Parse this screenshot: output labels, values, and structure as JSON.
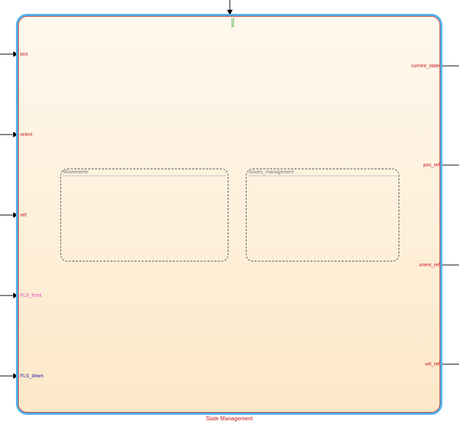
{
  "block": {
    "name": "State Management",
    "trigger": "time",
    "inputs": [
      {
        "label": "pos",
        "color": "#c0141a"
      },
      {
        "label": "orient",
        "color": "#c0141a"
      },
      {
        "label": "vel",
        "color": "#c0141a"
      },
      {
        "label": "FLS_front",
        "color": "#e040c8"
      },
      {
        "label": "FLS_down",
        "color": "#1a1aa8"
      }
    ],
    "outputs": [
      {
        "label": "current_state",
        "color": "#c0141a"
      },
      {
        "label": "pos_ref",
        "color": "#c0141a"
      },
      {
        "label": "orient_ref",
        "color": "#c0141a"
      },
      {
        "label": "vel_ref",
        "color": "#c0141a"
      }
    ],
    "substates": [
      {
        "name": "Movements"
      },
      {
        "name": "Issues_management"
      }
    ]
  },
  "colors": {
    "border": "#4fb3f0",
    "fill_top": "#fef8ee",
    "fill_bottom": "#fde8c8",
    "label_red": "#c0141a",
    "label_magenta": "#e040c8",
    "label_blue": "#1a1aa8",
    "trigger_green": "#2ea82e"
  }
}
